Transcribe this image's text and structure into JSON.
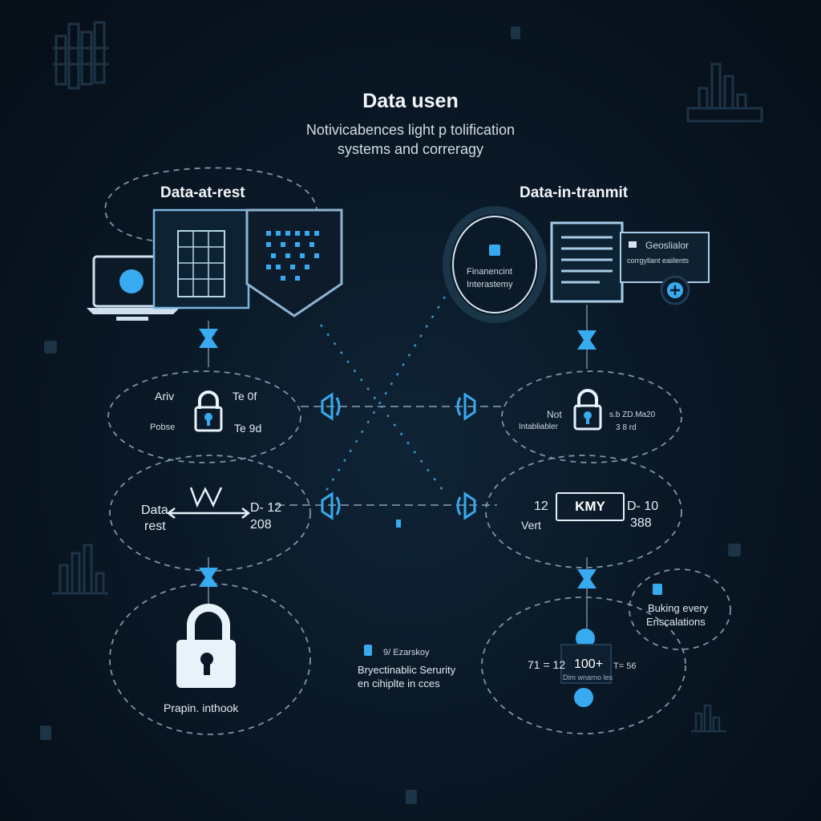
{
  "header": {
    "title": "Data usen",
    "subtitle_line1": "Notivicabences light p tolification",
    "subtitle_line2": "systems and correragy"
  },
  "left_panel": {
    "title": "Data-at-rest",
    "lock_node": {
      "label_a": "Ariv",
      "label_b": "Pobse",
      "label_c": "Te 0f",
      "label_d": "Te 9d"
    },
    "wave_node": {
      "label_a": "Data",
      "label_b": "rest",
      "code_a": "D- 12",
      "code_b": "208"
    },
    "bottom_node": {
      "label": "Prapin. inthook"
    }
  },
  "right_panel": {
    "title": "Data-in-tranmit",
    "circle_label_1": "Finanencint",
    "circle_label_2": "Interastemy",
    "card_title": "Geoslialor",
    "card_subtitle": "corrgyllant eaiilents",
    "lock_node": {
      "label_a": "Not",
      "label_b": "Intabliabler",
      "label_c": "s.b ZD.Ma20",
      "label_d": "3 8 rd"
    },
    "tag_node": {
      "prefix": "12",
      "tag": "KMY",
      "code_a": "D- 10",
      "code_b": "388",
      "label": "Vert"
    },
    "bottom_node": {
      "left": "71 = 12",
      "center": "100+",
      "right": "T= 56",
      "caption": "Dim wnarno les"
    },
    "side_bubble": {
      "line1": "Buking every",
      "line2": "Enscalations"
    }
  },
  "center_note": {
    "line1": "9/ Ezarskoy",
    "line2": "Bryectinablic Serurity",
    "line3": "en cihiplte in cces"
  },
  "colors": {
    "accent": "#38aaf0",
    "line": "#6f8498",
    "lock": "#e8f2fb"
  }
}
